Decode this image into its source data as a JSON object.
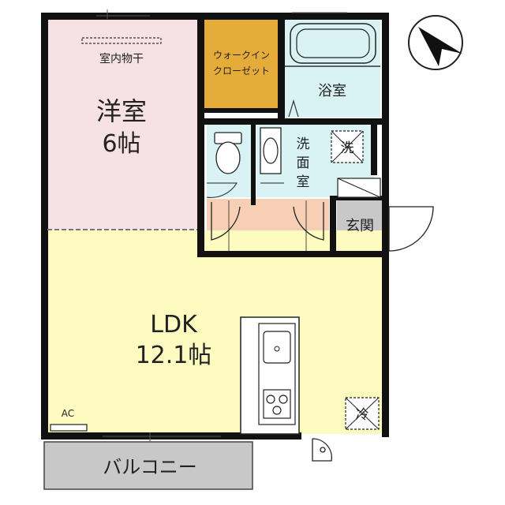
{
  "rooms": {
    "western_room": {
      "name": "洋室",
      "size": "6帖",
      "fill": "#f6e2e4"
    },
    "indoor_drying": {
      "label": "室内物干"
    },
    "walk_in_closet": {
      "line1": "ウォークイン",
      "line2": "クローゼット",
      "fill": "#e6ac3a"
    },
    "bathroom": {
      "name": "浴室",
      "fill": "#d9f2f4"
    },
    "washroom": {
      "line1": "洗",
      "line2": "面",
      "line3": "室",
      "fill": "#d9f2f4"
    },
    "toilet": {
      "fill": "#d9f2f4"
    },
    "hall": {
      "fill": "#f7cfb4"
    },
    "entrance": {
      "name": "玄関",
      "fill": "#c8c8c8"
    },
    "ldk": {
      "name": "LDK",
      "size": "12.1帖",
      "fill": "#fdfbbf"
    },
    "balcony": {
      "name": "バルコニー",
      "fill": "#c8c8c8"
    }
  },
  "fixtures": {
    "washer_symbol": "洗",
    "fridge_symbol": "冷",
    "ac_label": "AC"
  },
  "compass": {
    "needle_direction": "north-west"
  },
  "colors": {
    "wall": "#111111"
  }
}
